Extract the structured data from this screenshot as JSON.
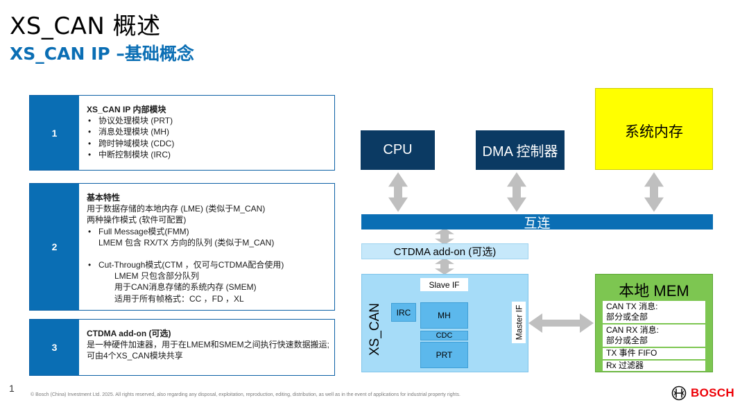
{
  "slide": {
    "title": "XS_CAN 概述",
    "subtitle": "XS_CAN IP –基础概念",
    "page_number": "1",
    "footer": "© Bosch (China) Investment Ltd. 2025. All rights reserved, also regarding any disposal, exploitation, reproduction, editing, distribution, as well as in the event of applications for industrial property rights.",
    "logo_text": "BOSCH"
  },
  "rows": [
    {
      "num": "1",
      "heading": "XS_CAN IP 内部模块",
      "bullets": [
        "协议处理模块 (PRT)",
        "消息处理模块 (MH)",
        "跨时钟域模块 (CDC)",
        "中断控制模块 (IRC)"
      ]
    },
    {
      "num": "2",
      "heading": "基本特性",
      "line1": "用于数据存储的本地内存 (LME) (类似于M_CAN)",
      "line2": "两种操作模式 (软件可配置)",
      "fmm_bullet": "Full Message模式(FMM)",
      "fmm_detail": "LMEM 包含 RX/TX 方向的队列 (类似于M_CAN)",
      "ctm_bullet": "Cut-Through模式(CTM ，仅可与CTDMA配合使用)",
      "ctm_detail1": "LMEM 只包含部分队列",
      "ctm_detail2": "用于CAN消息存储的系统内存 (SMEM)",
      "ctm_detail3": "适用于所有帧格式：CC ，FD ，XL"
    },
    {
      "num": "3",
      "heading": "CTDMA add-on (可选)",
      "body": "是一种硬件加速器，用于在LMEM和SMEM之间执行快速数据搬运; 可由4个XS_CAN模块共享"
    }
  ],
  "diagram": {
    "cpu": "CPU",
    "dma": "DMA 控制器",
    "system_mem": "系统内存",
    "interconnect": "互连",
    "ctdma": "CTDMA add-on (可选)",
    "xscan": "XS_CAN",
    "slave_if": "Slave IF",
    "irc": "IRC",
    "mh": "MH",
    "cdc": "CDC",
    "prt": "PRT",
    "master_if": "Master IF",
    "local_mem_title": "本地 MEM",
    "local_mem_rows": [
      "CAN TX 消息:",
      "部分或全部",
      "CAN RX 消息:",
      "部分或全部",
      "TX 事件 FIFO",
      "Rx 过滤器"
    ],
    "colors": {
      "dark_blue": "#0b3a63",
      "bosch_blue": "#0a6eb4",
      "yellow": "#ffff00",
      "light_blue": "#a6dcf8",
      "module_blue": "#5cb8ec",
      "green": "#7dc651",
      "arrow_grey": "#bfbfbf",
      "bosch_red": "#ed0007"
    }
  }
}
